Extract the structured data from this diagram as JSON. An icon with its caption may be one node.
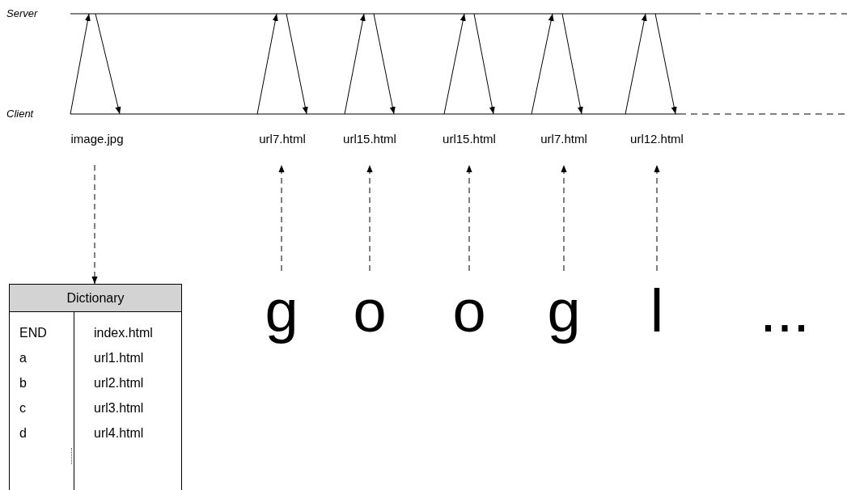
{
  "diagram": {
    "nodes": [
      {
        "text": [
          "Server"
        ]
      },
      {
        "text": [
          "Client"
        ]
      },
      {
        "text": [
          "image.jpg"
        ]
      },
      {
        "text": [
          "url7.html"
        ]
      },
      {
        "text": [
          "url15.html"
        ]
      },
      {
        "text": [
          "url15.html"
        ]
      },
      {
        "text": [
          "url7.html"
        ]
      },
      {
        "text": [
          "url12.html"
        ]
      },
      {
        "text": [
          "Dictionary"
        ]
      },
      {
        "text": [
          "g"
        ]
      },
      {
        "text": [
          "o"
        ]
      },
      {
        "text": [
          "o"
        ]
      },
      {
        "text": [
          "g"
        ]
      },
      {
        "text": [
          "l"
        ]
      }
    ],
    "edges": [
      {
        "from": 1,
        "to": 0,
        "arrow": "to"
      },
      {
        "from": 0,
        "to": 1,
        "arrow": "to"
      },
      {
        "from": 1,
        "to": 0,
        "arrow": "to"
      },
      {
        "from": 0,
        "to": 1,
        "arrow": "to"
      },
      {
        "from": 1,
        "to": 0,
        "arrow": "to"
      },
      {
        "from": 0,
        "to": 1,
        "arrow": "to"
      },
      {
        "from": 1,
        "to": 0,
        "arrow": "to"
      },
      {
        "from": 0,
        "to": 1,
        "arrow": "to"
      },
      {
        "from": 1,
        "to": 0,
        "arrow": "to"
      },
      {
        "from": 0,
        "to": 1,
        "arrow": "to"
      },
      {
        "from": 1,
        "to": 0,
        "arrow": "to"
      },
      {
        "from": 0,
        "to": 1,
        "arrow": "to"
      },
      {
        "from": 2,
        "to": 8,
        "arrow": "to",
        "style": "dashed"
      },
      {
        "from": 9,
        "to": 3,
        "arrow": "to",
        "style": "dashed"
      },
      {
        "from": 10,
        "to": 4,
        "arrow": "to",
        "style": "dashed"
      },
      {
        "from": 11,
        "to": 5,
        "arrow": "to",
        "style": "dashed"
      },
      {
        "from": 12,
        "to": 6,
        "arrow": "to",
        "style": "dashed"
      },
      {
        "from": 13,
        "to": 7,
        "arrow": "to",
        "style": "dashed"
      }
    ],
    "labels": [
      "END",
      "index.html",
      "a",
      "url1.html",
      "b",
      "url2.html",
      "c",
      "url3.html",
      "d",
      "url4.html",
      "..."
    ]
  }
}
